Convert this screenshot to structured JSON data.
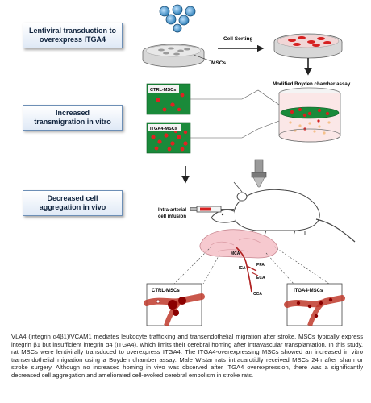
{
  "steps": {
    "step1": {
      "line1": "Lentiviral transduction to",
      "line2": "overexpress ITGA4"
    },
    "step2": {
      "line1": "Increased",
      "line2": "transmigration in vitro"
    },
    "step3": {
      "line1": "Decreased cell",
      "line2": "aggregation in vivo"
    }
  },
  "labels": {
    "mscs": "MSCs",
    "cell_sorting": "Cell Sorting",
    "boyden": "Modified Boyden chamber assay",
    "ctrl_mscs_small": "CTRL-MSCs",
    "itga4_mscs_small": "ITGA4-MSCs",
    "infusion_line1": "Intra-arterial",
    "infusion_line2": "cell infusion",
    "mca": "MCA",
    "ica": "ICA",
    "ppa": "PPA",
    "eca": "ECA",
    "cca": "CCA",
    "ctrl_mscs": "CTRL-MSCs",
    "itga4_mscs": "ITGA4-MSCs"
  },
  "caption": "VLA4 (integrin α4β1)/VCAM1 mediates leukocyte trafficking and transendothelial migration after stroke. MSCs typically express integrin β1 but insufficient integrin α4 (ITGA4), which limits their cerebral homing after intravascular transplantation. In this study, rat MSCs were lentivirally transduced to overexpress ITGA4. The ITGA4-overexpressing MSCs showed an increased in vitro transendothelial migration using a Boyden chamber assay. Male Wistar rats intracarotidly received MSCs 24h after sham or stroke surgery. Although no increased homing in vivo was observed after ITGA4 overexpression, there was a significantly decreased cell aggregation and ameliorated cell-evoked cerebral embolism in stroke rats.",
  "colors": {
    "cell_red": "#d62020",
    "membrane_green": "#1a8a3a",
    "virus_blue": "#2e7fb8",
    "box_border": "#6d8fb6",
    "vessel": "#c0392b"
  }
}
